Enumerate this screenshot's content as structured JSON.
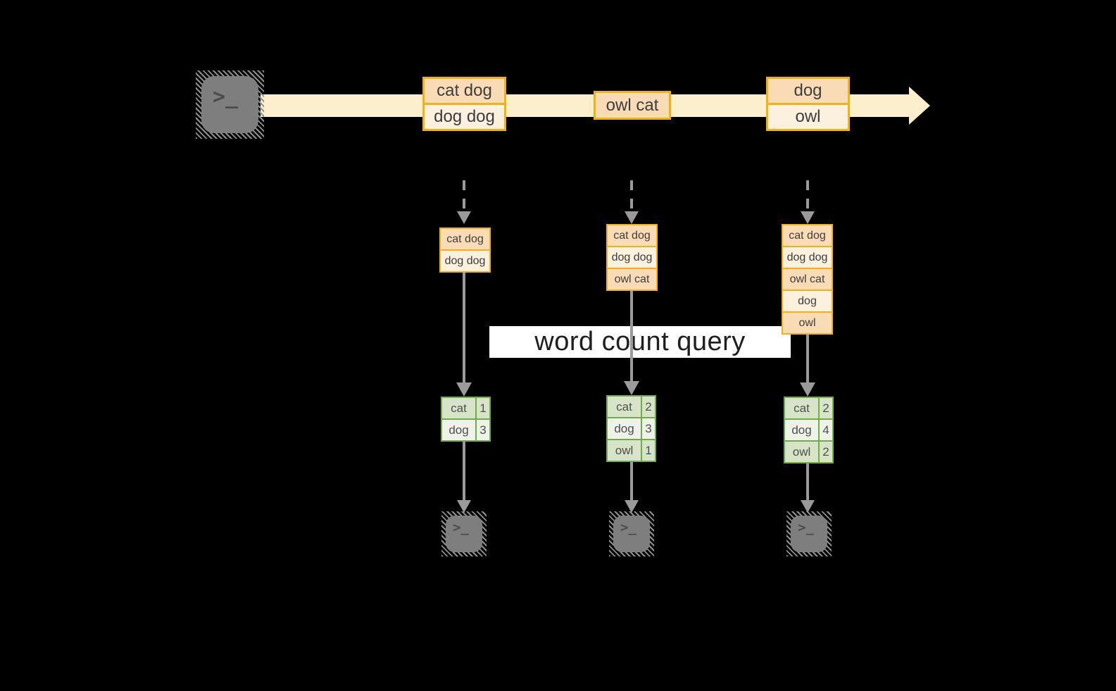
{
  "query_label": "word count query",
  "terminal_prompt": ">_",
  "stream": {
    "batches": [
      {
        "cells": [
          {
            "text": "cat dog"
          },
          {
            "text": "dog dog"
          }
        ]
      },
      {
        "cells": [
          {
            "text": "owl cat"
          }
        ]
      },
      {
        "cells": [
          {
            "text": "dog"
          },
          {
            "text": "owl"
          }
        ]
      }
    ]
  },
  "states": [
    {
      "cells": [
        {
          "text": "cat dog"
        },
        {
          "text": "dog dog"
        }
      ]
    },
    {
      "cells": [
        {
          "text": "cat dog"
        },
        {
          "text": "dog dog"
        },
        {
          "text": "owl cat"
        }
      ]
    },
    {
      "cells": [
        {
          "text": "cat dog"
        },
        {
          "text": "dog dog"
        },
        {
          "text": "owl cat"
        },
        {
          "text": "dog"
        },
        {
          "text": "owl"
        }
      ]
    }
  ],
  "counts": [
    {
      "rows": [
        {
          "word": "cat",
          "count": "1"
        },
        {
          "word": "dog",
          "count": "3"
        }
      ]
    },
    {
      "rows": [
        {
          "word": "cat",
          "count": "2"
        },
        {
          "word": "dog",
          "count": "3"
        },
        {
          "word": "owl",
          "count": "1"
        }
      ]
    },
    {
      "rows": [
        {
          "word": "cat",
          "count": "2"
        },
        {
          "word": "dog",
          "count": "4"
        },
        {
          "word": "owl",
          "count": "2"
        }
      ]
    }
  ],
  "colors": {
    "background": "#000000",
    "stream_fill": "#FBEFCD",
    "box_border_gold": "#F2B212",
    "cell_peach": "#F9DCB6",
    "cell_cream": "#FCF0DE",
    "table_border_green": "#70AD47",
    "cell_sage": "#D8E4C8",
    "cell_pale": "#EEF2E8",
    "arrow_gray": "#9A9A9A",
    "terminal_gray": "#7E7E7E",
    "label_band": "#FFFFFF"
  }
}
